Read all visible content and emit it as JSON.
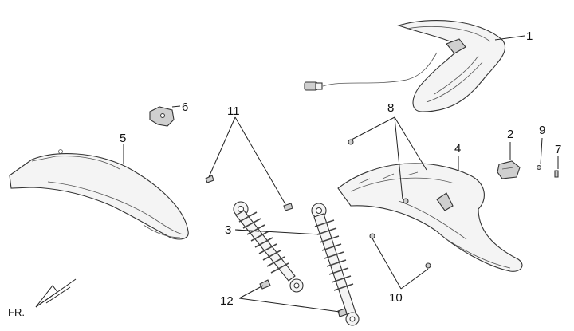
{
  "callouts": {
    "c1": "1",
    "c2": "2",
    "c3": "3",
    "c4": "4",
    "c5": "5",
    "c6": "6",
    "c7": "7",
    "c8": "8",
    "c9": "9",
    "c10": "10",
    "c11": "11",
    "c12": "12"
  },
  "direction_label": "FR."
}
